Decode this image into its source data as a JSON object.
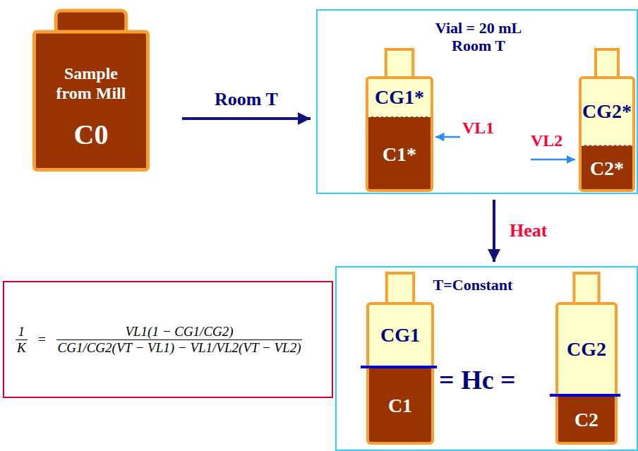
{
  "diagram": {
    "nodes": [
      {
        "text": [
          "Sample from Mill",
          "C0"
        ]
      },
      {
        "text": [
          "Vial = 20 mL Room T"
        ]
      },
      {
        "text": [
          "CG1*",
          "C1*"
        ],
        "in": 1
      },
      {
        "text": [
          "CG2*",
          "C2*"
        ],
        "in": 1
      },
      {
        "text": [
          "T=Constant"
        ]
      },
      {
        "text": [
          "CG1",
          "C1"
        ],
        "in": 4
      },
      {
        "text": [
          "CG2",
          "C2"
        ],
        "in": 4
      },
      {
        "text": [
          "1",
          "K",
          "=",
          "VL1(1 − CG1/CG2)",
          "CG1/CG2(VT − VL1) − VL1/VL2(VT − VL2)"
        ]
      }
    ],
    "edges": [
      {
        "from": 0,
        "to": 1,
        "arrow": "to",
        "label": "Room T"
      },
      {
        "from": 1,
        "to": 4,
        "arrow": "to",
        "label": "Heat"
      }
    ],
    "labels": [
      "VL1",
      "VL2",
      "= Hc ="
    ]
  }
}
